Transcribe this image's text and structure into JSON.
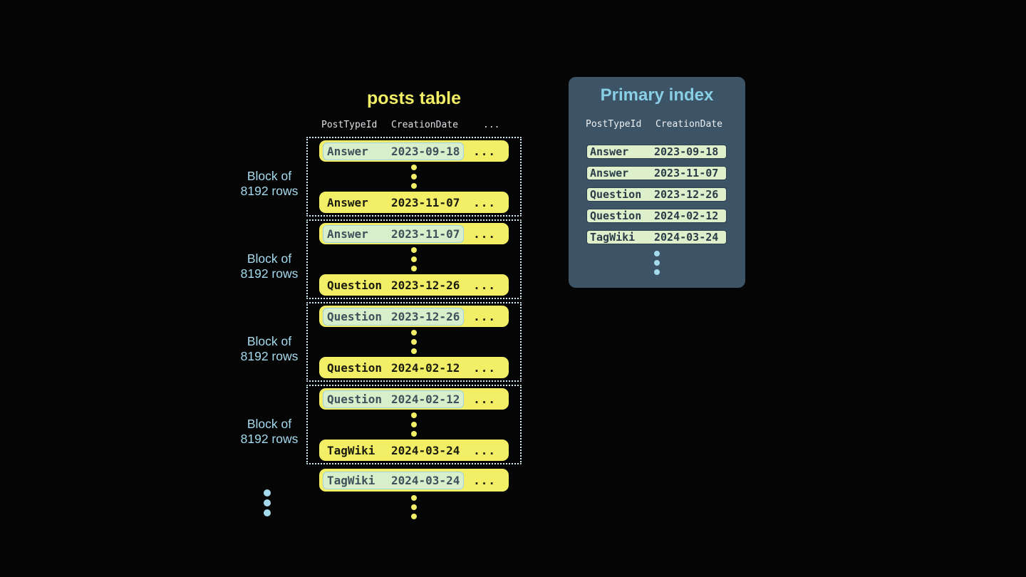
{
  "colors": {
    "bg": "#050505",
    "yellow": "#f2ee66",
    "row-text": "#1b1c0e",
    "mint": "#d9eeca",
    "mint-border": "#9fd2e6",
    "mint-text": "#3f515c",
    "panel-bg": "#3d5366",
    "panel-title": "#88cfe5",
    "panel-row-bg": "#ddefcb",
    "panel-row-border": "#2e3f4b",
    "panel-row-text": "#2b3c48",
    "header-text": "#dce1e6",
    "panel-header-text": "#ecf1f4",
    "label-blue": "#a6daee",
    "dot-blue": "#a5daee",
    "dotted-border": "#d4edf6"
  },
  "posts_table": {
    "title": "posts table",
    "headers": {
      "posttypeid": "PostTypeId",
      "creationdate": "CreationDate",
      "more": "..."
    },
    "row_ellipsis": "...",
    "blocks": [
      {
        "label": [
          "Block of",
          "8192 rows"
        ],
        "first": {
          "type": "Answer",
          "date": "2023-09-18"
        },
        "last": {
          "type": "Answer",
          "date": "2023-11-07"
        }
      },
      {
        "label": [
          "Block of",
          "8192 rows"
        ],
        "first": {
          "type": "Answer",
          "date": "2023-11-07"
        },
        "last": {
          "type": "Question",
          "date": "2023-12-26"
        }
      },
      {
        "label": [
          "Block of",
          "8192 rows"
        ],
        "first": {
          "type": "Question",
          "date": "2023-12-26"
        },
        "last": {
          "type": "Question",
          "date": "2024-02-12"
        }
      },
      {
        "label": [
          "Block of",
          "8192 rows"
        ],
        "first": {
          "type": "Question",
          "date": "2024-02-12"
        },
        "last": {
          "type": "TagWiki",
          "date": "2024-03-24"
        }
      }
    ],
    "tail_row": {
      "type": "TagWiki",
      "date": "2024-03-24"
    }
  },
  "primary_index": {
    "title": "Primary index",
    "headers": {
      "posttypeid": "PostTypeId",
      "creationdate": "CreationDate"
    },
    "rows": [
      {
        "type": "Answer",
        "date": "2023-09-18"
      },
      {
        "type": "Answer",
        "date": "2023-11-07"
      },
      {
        "type": "Question",
        "date": "2023-12-26"
      },
      {
        "type": "Question",
        "date": "2024-02-12"
      },
      {
        "type": "TagWiki",
        "date": "2024-03-24"
      }
    ]
  }
}
